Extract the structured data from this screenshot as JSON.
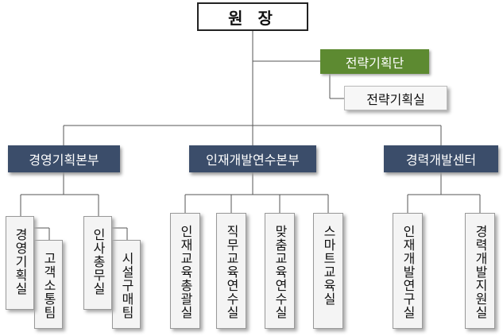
{
  "root": "원 장",
  "strategy": {
    "label": "전략기획단",
    "sub": "전략기획실"
  },
  "divisions": [
    {
      "label": "경영기획본부",
      "units": [
        {
          "main": "경영기획실",
          "sub": "고객소통팀"
        },
        {
          "main": "인사총무실",
          "sub": "시설구매팀"
        }
      ]
    },
    {
      "label": "인재개발연수본부",
      "units": [
        "인재교육총괄실",
        "직무교육연수실",
        "맞춤교육연수실",
        "스마트교육실"
      ]
    },
    {
      "label": "경력개발센터",
      "units": [
        "인재개발연구실",
        "경력개발지원실"
      ]
    }
  ],
  "colors": {
    "green": "#5d8a31",
    "navy": "#3b4d6a",
    "box_fill": "#f4f4f4"
  }
}
